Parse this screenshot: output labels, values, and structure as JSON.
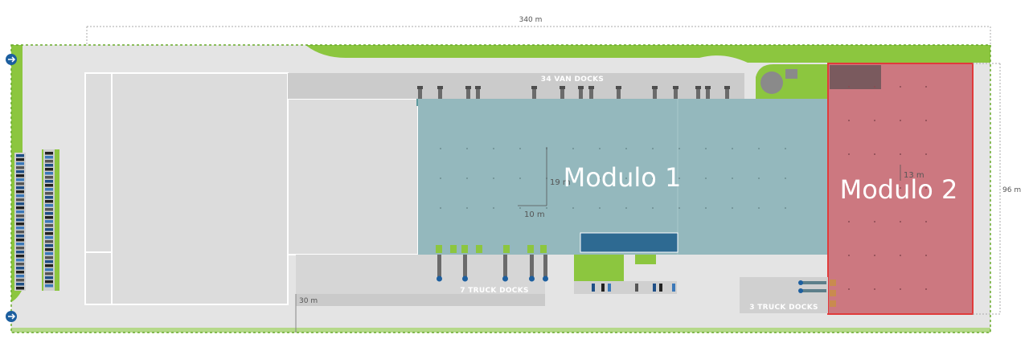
{
  "dimensions": {
    "total_length": "340 m",
    "height": "96 m",
    "yard_depth": "30 m",
    "grid_x": "10 m",
    "grid_y": "19 m",
    "grid_mod2": "13 m"
  },
  "modules": {
    "module1_label": "Modulo 1",
    "module2_label": "Modulo 2"
  },
  "docks": {
    "van": "34 VAN DOCKS",
    "truck7": "7 TRUCK DOCKS",
    "truck3": "3 TRUCK DOCKS"
  },
  "colors": {
    "module1": "#94b8bd",
    "module2": "#cc7880",
    "green": "#8cc63f",
    "entrance": "#1d5f9f"
  }
}
